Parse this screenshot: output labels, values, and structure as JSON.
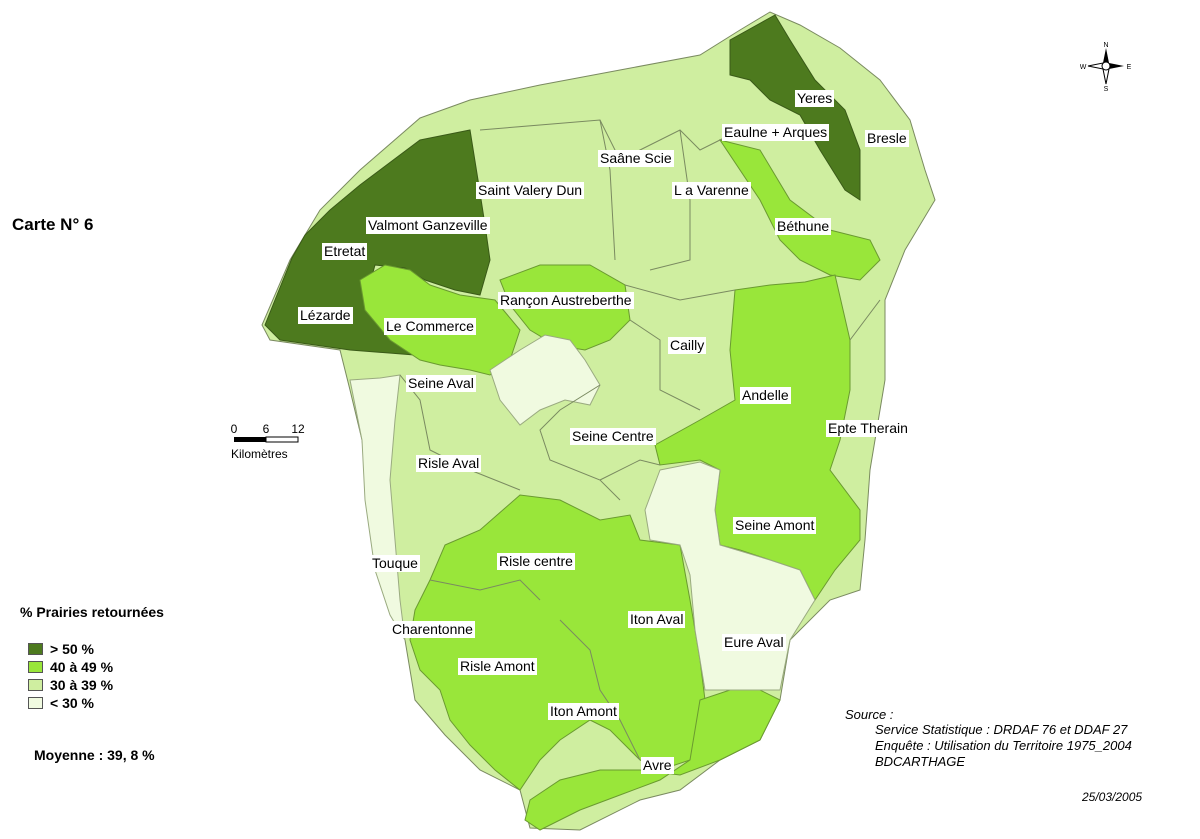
{
  "title": "Carte N° 6",
  "legend": {
    "title": "% Prairies retournées",
    "items": [
      {
        "label": "> 50 %",
        "color": "#4d7a1e"
      },
      {
        "label": "40 à 49 %",
        "color": "#99e63a"
      },
      {
        "label": "30 à 39 %",
        "color": "#cfeea0"
      },
      {
        "label": "< 30 %",
        "color": "#f0fae0"
      }
    ]
  },
  "mean": "Moyenne : 39, 8 %",
  "scale": {
    "ticks": [
      "0",
      "6",
      "12"
    ],
    "unit": "Kilomètres"
  },
  "compass": {
    "n": "N",
    "s": "S",
    "e": "E",
    "w": "W"
  },
  "source": {
    "heading": "Source :",
    "lines": [
      "Service Statistique : DRDAF 76 et DDAF 27",
      "Enquête : Utilisation du Territoire 1975_2004",
      "BDCARTHAGE"
    ]
  },
  "date": "25/03/2005",
  "regions": [
    {
      "name": "Yeres",
      "class": "> 50 %"
    },
    {
      "name": "Bresle",
      "class": "30 à 39 %"
    },
    {
      "name": "Eaulne + Arques",
      "class": "30 à 39 %"
    },
    {
      "name": "Saâne Scie",
      "class": "30 à 39 %"
    },
    {
      "name": "Saint Valery Dun",
      "class": "30 à 39 %"
    },
    {
      "name": "L a Varenne",
      "class": "30 à 39 %"
    },
    {
      "name": "Béthune",
      "class": "40 à 49 %"
    },
    {
      "name": "Valmont Ganzeville",
      "class": "> 50 %"
    },
    {
      "name": "Etretat",
      "class": "> 50 %"
    },
    {
      "name": "Lézarde",
      "class": "> 50 %"
    },
    {
      "name": "Le Commerce",
      "class": "40 à 49 %"
    },
    {
      "name": "Rançon Austreberthe",
      "class": "40 à 49 %"
    },
    {
      "name": "Cailly",
      "class": "30 à 39 %"
    },
    {
      "name": "Seine Aval",
      "class": "< 30 %"
    },
    {
      "name": "Andelle",
      "class": "40 à 49 %"
    },
    {
      "name": "Epte Therain",
      "class": "30 à 39 %"
    },
    {
      "name": "Seine Centre",
      "class": "30 à 39 %"
    },
    {
      "name": "Risle Aval",
      "class": "30 à 39 %"
    },
    {
      "name": "Seine Amont",
      "class": "40 à 49 %"
    },
    {
      "name": "Touque",
      "class": "< 30 %"
    },
    {
      "name": "Risle centre",
      "class": "40 à 49 %"
    },
    {
      "name": "Charentonne",
      "class": "40 à 49 %"
    },
    {
      "name": "Iton Aval",
      "class": "40 à 49 %"
    },
    {
      "name": "Eure Aval",
      "class": "< 30 %"
    },
    {
      "name": "Risle Amont",
      "class": "40 à 49 %"
    },
    {
      "name": "Iton Amont",
      "class": "30 à 39 %"
    },
    {
      "name": "Avre",
      "class": "40 à 49 %"
    }
  ]
}
